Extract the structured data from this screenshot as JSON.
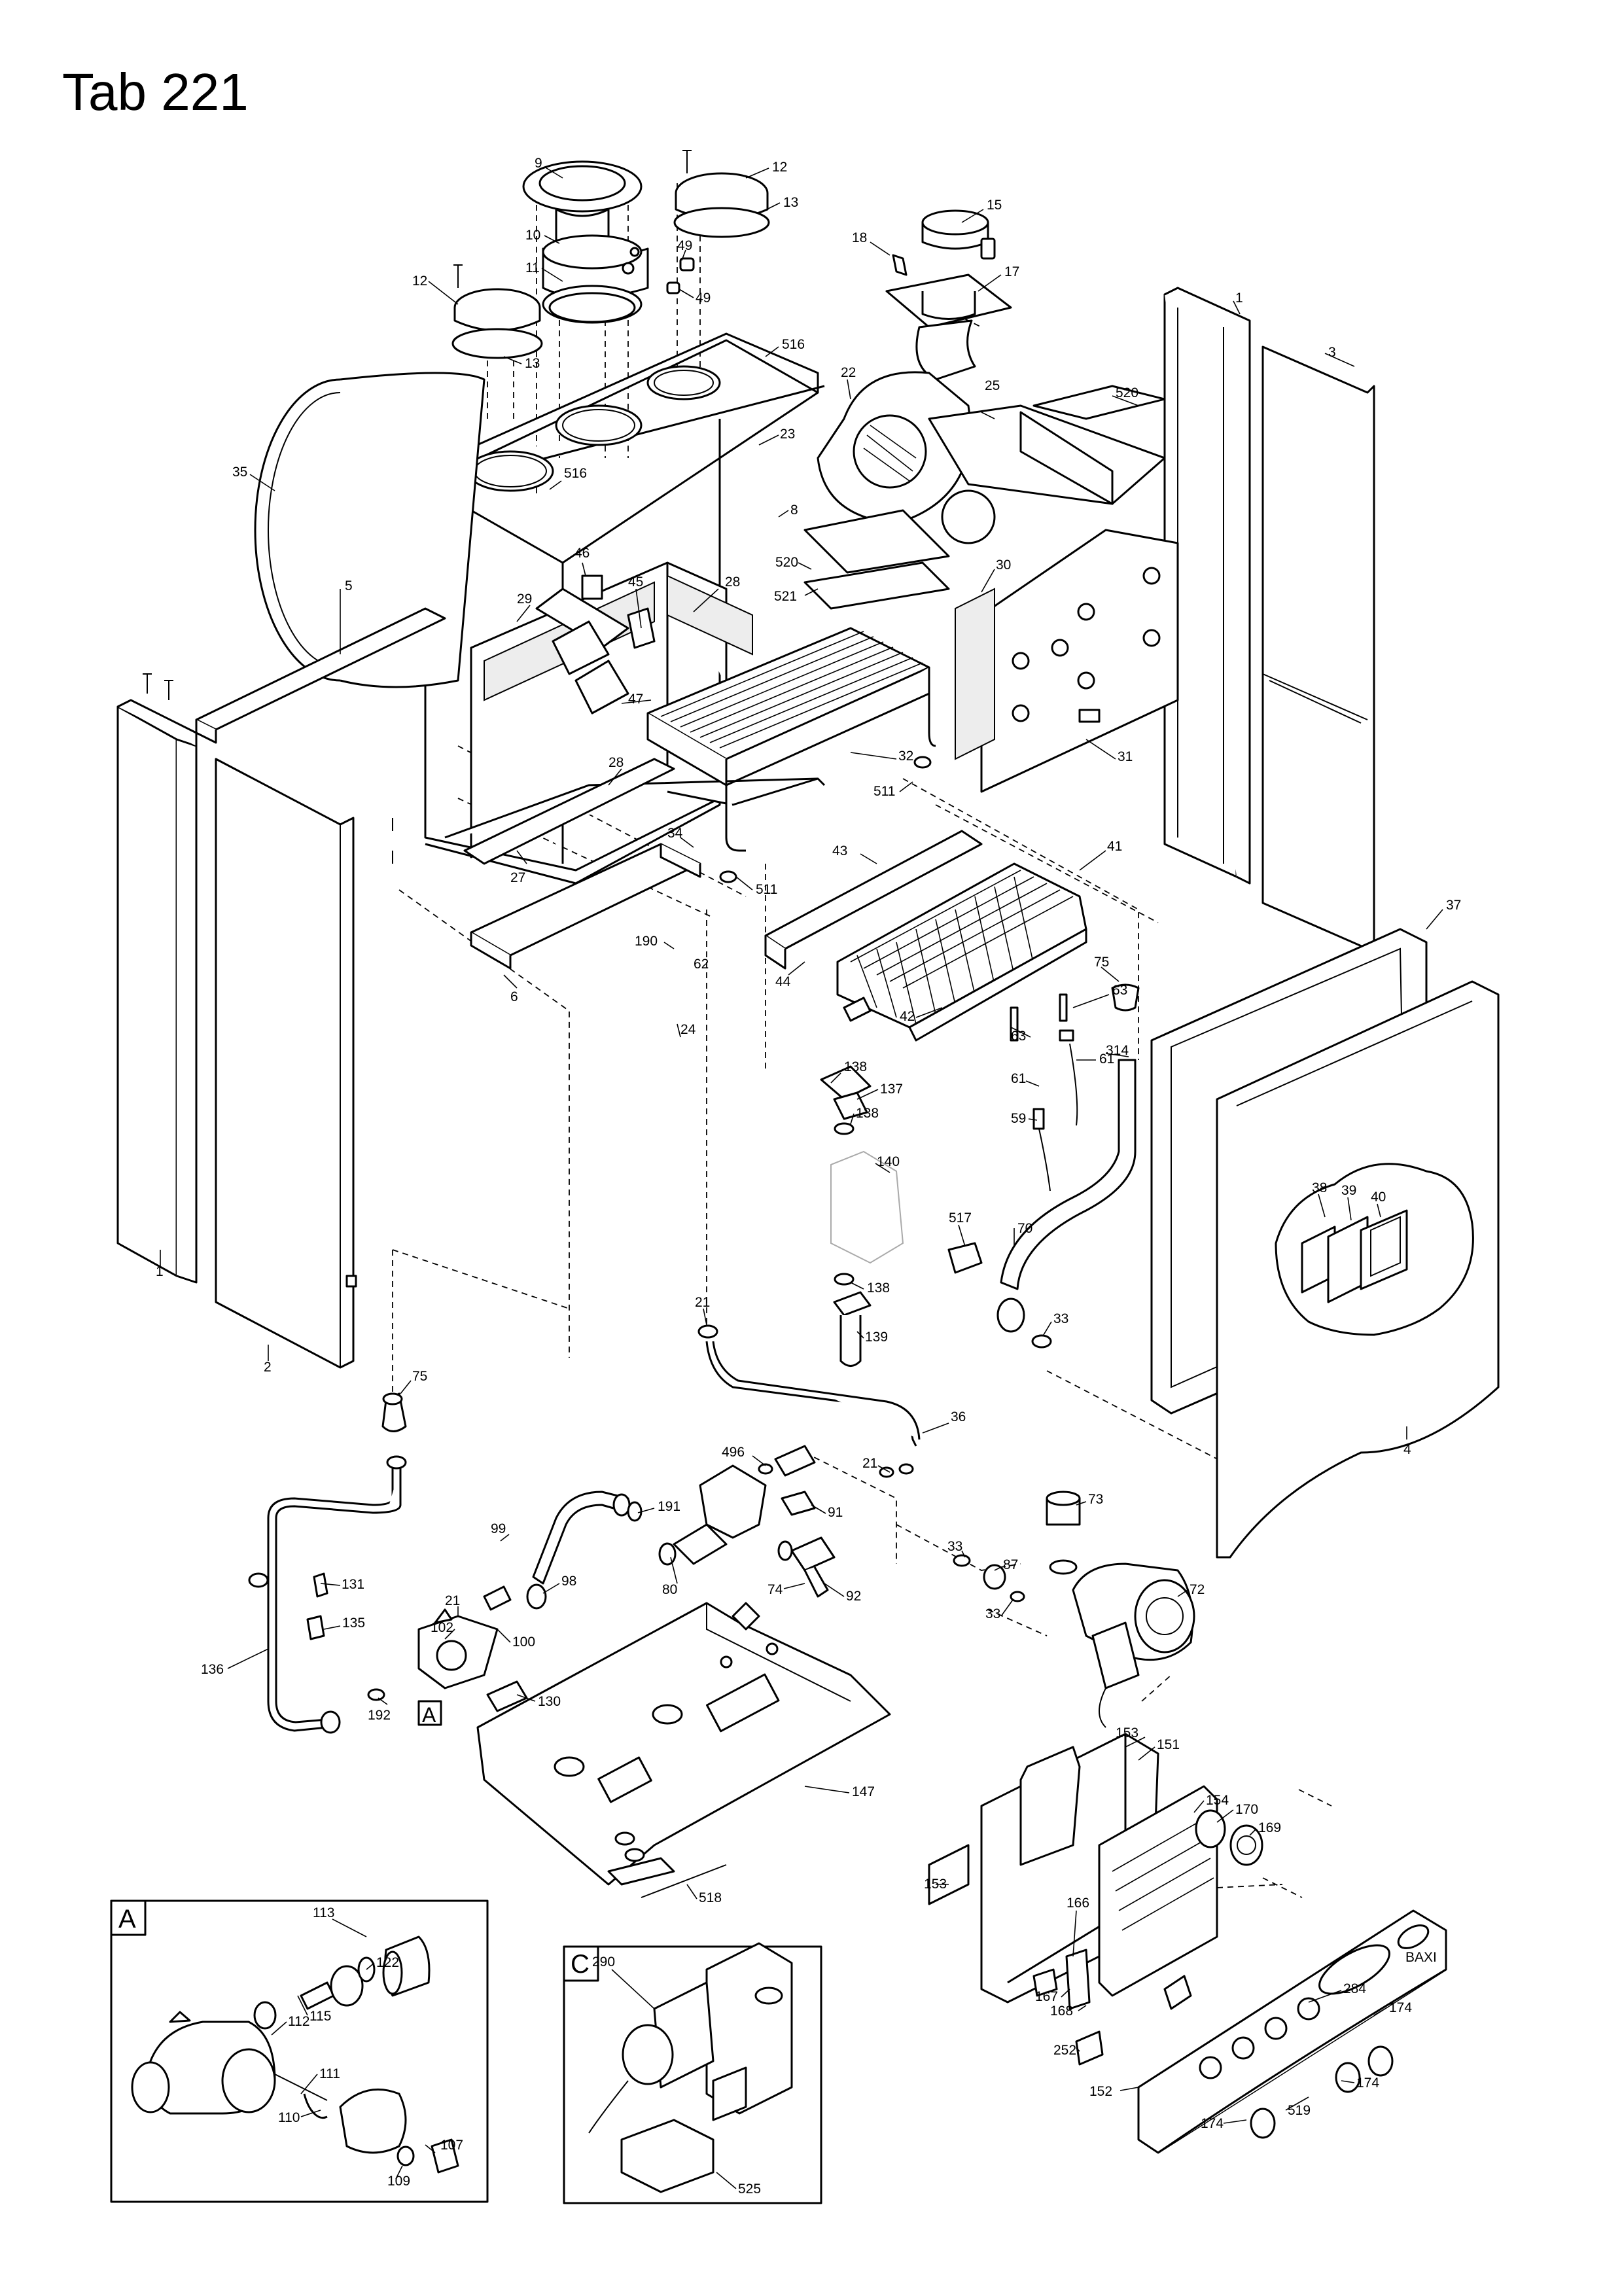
{
  "title": "Tab 221",
  "labels": [
    {
      "id": "l9",
      "text": "9"
    },
    {
      "id": "l12a",
      "text": "12"
    },
    {
      "id": "l13a",
      "text": "13"
    },
    {
      "id": "l10",
      "text": "10"
    },
    {
      "id": "l49a",
      "text": "49"
    },
    {
      "id": "l11",
      "text": "11"
    },
    {
      "id": "l49b",
      "text": "49"
    },
    {
      "id": "l12b",
      "text": "12"
    },
    {
      "id": "l13b",
      "text": "13"
    },
    {
      "id": "l15",
      "text": "15"
    },
    {
      "id": "l18",
      "text": "18"
    },
    {
      "id": "l17",
      "text": "17"
    },
    {
      "id": "l1a",
      "text": "1"
    },
    {
      "id": "l3",
      "text": "3"
    },
    {
      "id": "l516a",
      "text": "516"
    },
    {
      "id": "l22",
      "text": "22"
    },
    {
      "id": "l25",
      "text": "25"
    },
    {
      "id": "l520a",
      "text": "520"
    },
    {
      "id": "l23",
      "text": "23"
    },
    {
      "id": "l35",
      "text": "35"
    },
    {
      "id": "l516b",
      "text": "516"
    },
    {
      "id": "l8",
      "text": "8"
    },
    {
      "id": "l46",
      "text": "46"
    },
    {
      "id": "l520b",
      "text": "520"
    },
    {
      "id": "l5",
      "text": "5"
    },
    {
      "id": "l45",
      "text": "45"
    },
    {
      "id": "l28a",
      "text": "28"
    },
    {
      "id": "l521",
      "text": "521"
    },
    {
      "id": "l30",
      "text": "30"
    },
    {
      "id": "l29",
      "text": "29"
    },
    {
      "id": "l47",
      "text": "47"
    },
    {
      "id": "l32",
      "text": "32"
    },
    {
      "id": "l31",
      "text": "31"
    },
    {
      "id": "l28b",
      "text": "28"
    },
    {
      "id": "l511a",
      "text": "511"
    },
    {
      "id": "l34",
      "text": "34"
    },
    {
      "id": "l43",
      "text": "43"
    },
    {
      "id": "l41",
      "text": "41"
    },
    {
      "id": "l27",
      "text": "27"
    },
    {
      "id": "l511b",
      "text": "511"
    },
    {
      "id": "l37",
      "text": "37"
    },
    {
      "id": "l190",
      "text": "190"
    },
    {
      "id": "l62",
      "text": "62"
    },
    {
      "id": "l75a",
      "text": "75"
    },
    {
      "id": "l44",
      "text": "44"
    },
    {
      "id": "l6",
      "text": "6"
    },
    {
      "id": "l63a",
      "text": "63"
    },
    {
      "id": "l42",
      "text": "42"
    },
    {
      "id": "l63b",
      "text": "63"
    },
    {
      "id": "l61a",
      "text": "61"
    },
    {
      "id": "l24",
      "text": "24"
    },
    {
      "id": "l314",
      "text": "314"
    },
    {
      "id": "l138a",
      "text": "138"
    },
    {
      "id": "l137",
      "text": "137"
    },
    {
      "id": "l61b",
      "text": "61"
    },
    {
      "id": "l138b",
      "text": "138"
    },
    {
      "id": "l59",
      "text": "59"
    },
    {
      "id": "l140",
      "text": "140"
    },
    {
      "id": "l38",
      "text": "38"
    },
    {
      "id": "l39",
      "text": "39"
    },
    {
      "id": "l40",
      "text": "40"
    },
    {
      "id": "l517",
      "text": "517"
    },
    {
      "id": "l70",
      "text": "70"
    },
    {
      "id": "l1b",
      "text": "1"
    },
    {
      "id": "l138c",
      "text": "138"
    },
    {
      "id": "l21a",
      "text": "21"
    },
    {
      "id": "l33a",
      "text": "33"
    },
    {
      "id": "l139",
      "text": "139"
    },
    {
      "id": "l2",
      "text": "2"
    },
    {
      "id": "l75b",
      "text": "75"
    },
    {
      "id": "l36",
      "text": "36"
    },
    {
      "id": "l4",
      "text": "4"
    },
    {
      "id": "l496",
      "text": "496"
    },
    {
      "id": "l21b",
      "text": "21"
    },
    {
      "id": "l73",
      "text": "73"
    },
    {
      "id": "l191",
      "text": "191"
    },
    {
      "id": "l91",
      "text": "91"
    },
    {
      "id": "l99",
      "text": "99"
    },
    {
      "id": "l33b",
      "text": "33"
    },
    {
      "id": "l87",
      "text": "87"
    },
    {
      "id": "l131",
      "text": "131"
    },
    {
      "id": "l80",
      "text": "80"
    },
    {
      "id": "l74",
      "text": "74"
    },
    {
      "id": "l92",
      "text": "92"
    },
    {
      "id": "l98",
      "text": "98"
    },
    {
      "id": "l72",
      "text": "72"
    },
    {
      "id": "l135",
      "text": "135"
    },
    {
      "id": "l21c",
      "text": "21"
    },
    {
      "id": "l33c",
      "text": "33"
    },
    {
      "id": "l102",
      "text": "102"
    },
    {
      "id": "l100",
      "text": "100"
    },
    {
      "id": "l136",
      "text": "136"
    },
    {
      "id": "l130",
      "text": "130"
    },
    {
      "id": "l192",
      "text": "192"
    },
    {
      "id": "l153a",
      "text": "153"
    },
    {
      "id": "l151",
      "text": "151"
    },
    {
      "id": "l147",
      "text": "147"
    },
    {
      "id": "l154",
      "text": "154"
    },
    {
      "id": "l170",
      "text": "170"
    },
    {
      "id": "l169",
      "text": "169"
    },
    {
      "id": "l153b",
      "text": "153"
    },
    {
      "id": "l518",
      "text": "518"
    },
    {
      "id": "l113",
      "text": "113"
    },
    {
      "id": "l166",
      "text": "166"
    },
    {
      "id": "l122",
      "text": "122"
    },
    {
      "id": "l290",
      "text": "290"
    },
    {
      "id": "l167",
      "text": "167"
    },
    {
      "id": "l168",
      "text": "168"
    },
    {
      "id": "l115",
      "text": "115"
    },
    {
      "id": "l284",
      "text": "284"
    },
    {
      "id": "l174a",
      "text": "174"
    },
    {
      "id": "l252",
      "text": "252"
    },
    {
      "id": "l112",
      "text": "112"
    },
    {
      "id": "l111",
      "text": "111"
    },
    {
      "id": "l174b",
      "text": "174"
    },
    {
      "id": "l152",
      "text": "152"
    },
    {
      "id": "l110",
      "text": "110"
    },
    {
      "id": "l519",
      "text": "519"
    },
    {
      "id": "l107",
      "text": "107"
    },
    {
      "id": "l174c",
      "text": "174"
    },
    {
      "id": "l109",
      "text": "109"
    },
    {
      "id": "l525",
      "text": "525"
    }
  ],
  "insets": {
    "a": "A",
    "b": "A",
    "c": "C"
  },
  "panel_brand": "BAXI"
}
